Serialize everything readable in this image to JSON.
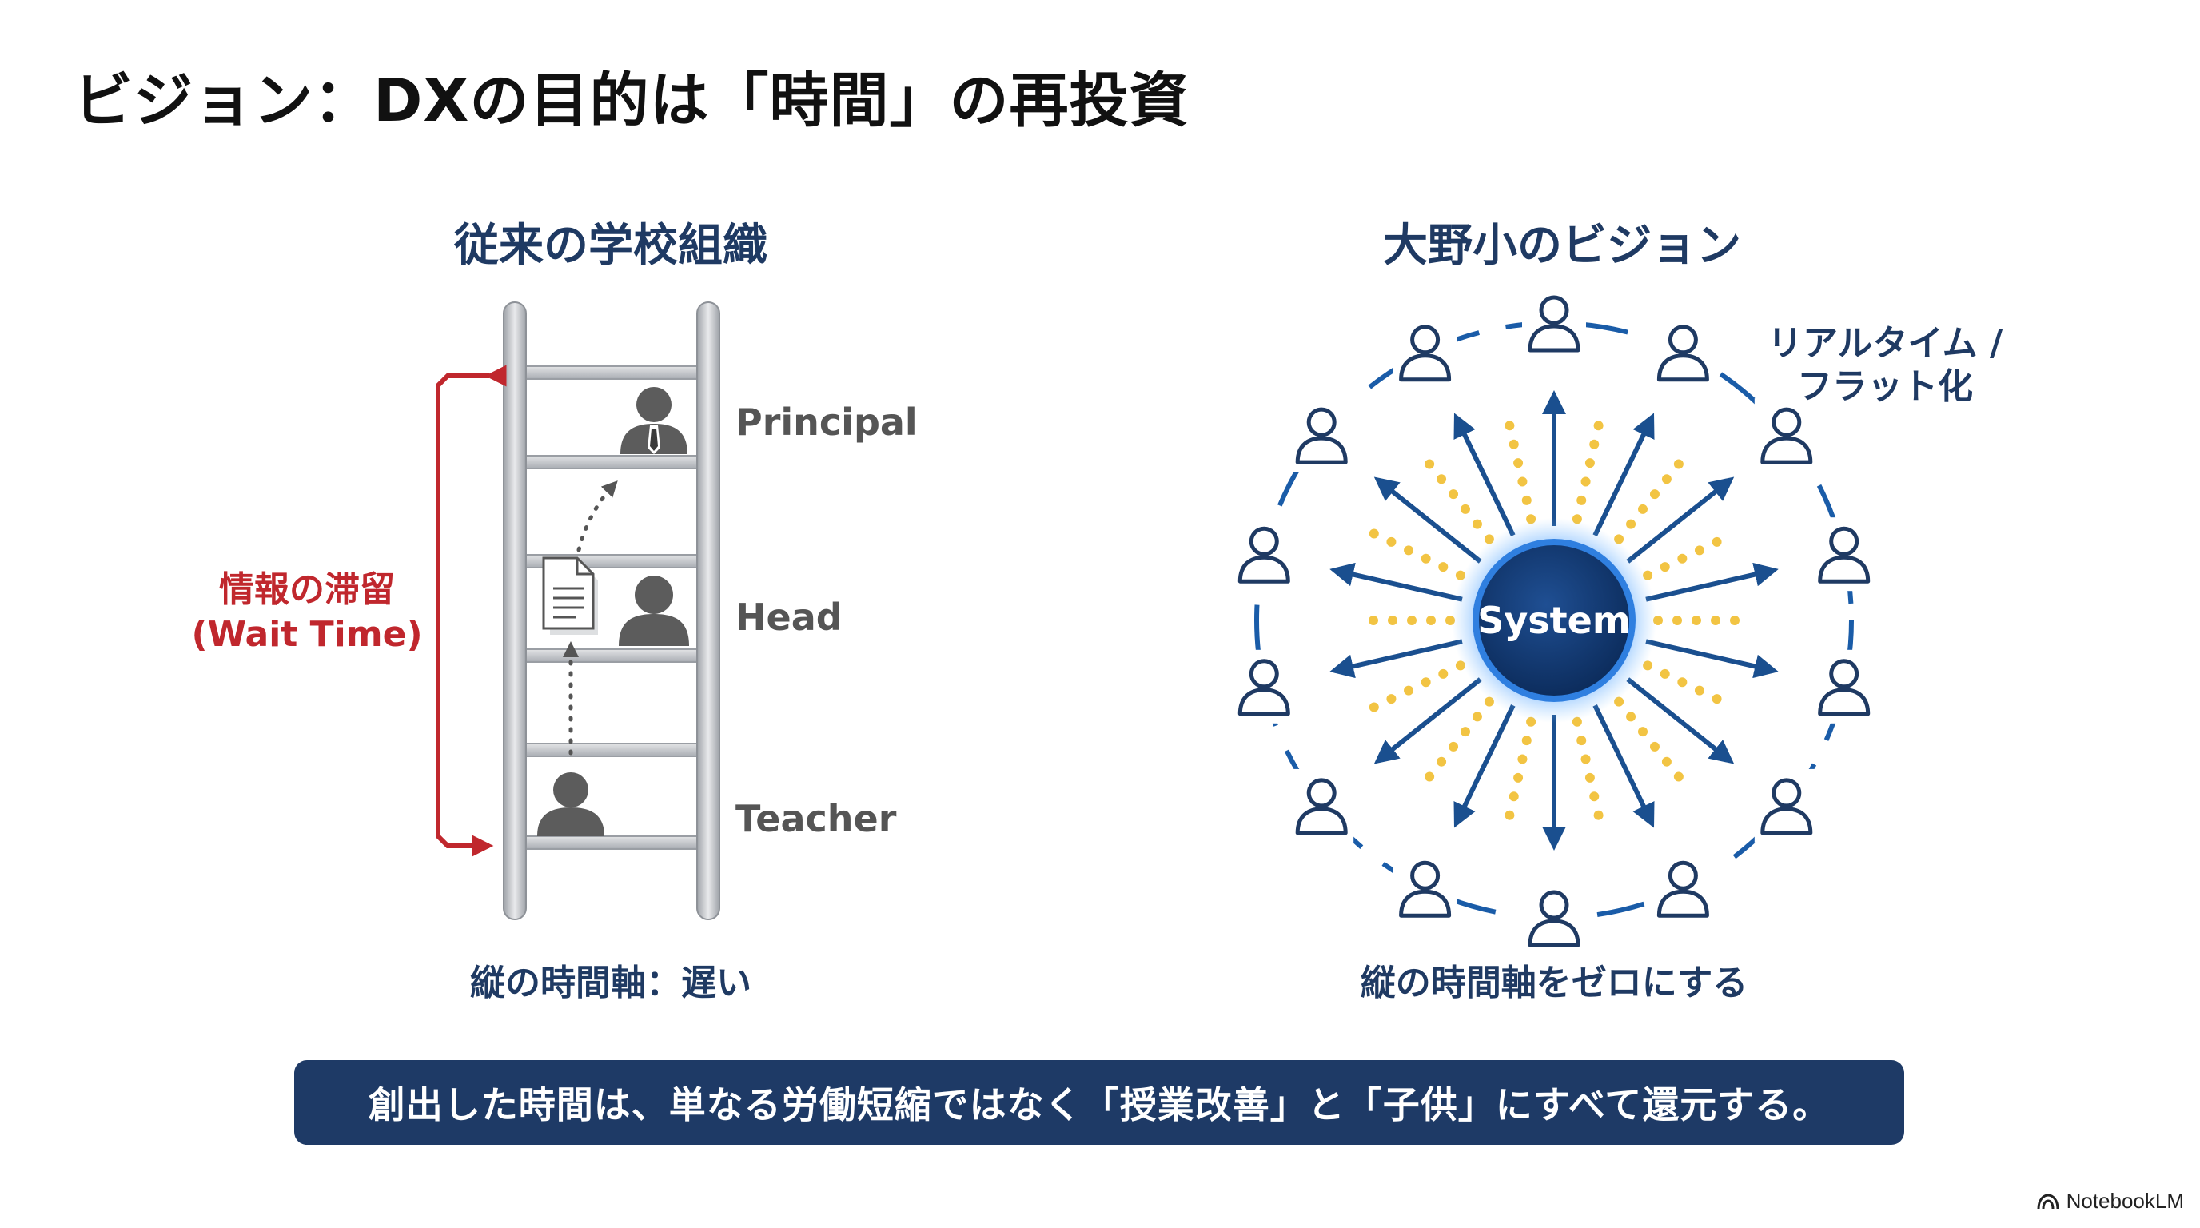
{
  "page": {
    "title": "ビジョン：DXの目的は「時間」の再投資",
    "brand": "NotebookLM",
    "brand_icon": "notebooklm-logo-icon"
  },
  "left_panel": {
    "title": "従来の学校組織",
    "roles": [
      {
        "label": "Principal",
        "icon": "principal-person-icon"
      },
      {
        "label": "Head",
        "icon": "head-person-icon"
      },
      {
        "label": "Teacher",
        "icon": "teacher-person-icon"
      }
    ],
    "wait_label_line1": "情報の滞留",
    "wait_label_line2": "(Wait Time)",
    "caption": "縦の時間軸：遅い",
    "document_icon": "document-icon"
  },
  "right_panel": {
    "title": "大野小のビジョン",
    "center_label": "System",
    "side_label_line1": "リアルタイム /",
    "side_label_line2": "フラット化",
    "caption": "縦の時間軸をゼロにする",
    "member_icon": "person-outline-icon",
    "member_count": 14
  },
  "banner": {
    "text": "創出した時間は、単なる労働短縮ではなく「授業改善」と「子供」にすべて還元する。"
  },
  "colors": {
    "navy": "#1e3a66",
    "title_navy": "#1f3a63",
    "red": "#c0272d",
    "arrow_blue": "#1a4f8f",
    "dot_yellow": "#f2c443",
    "ladder_gray": "#b9bcc2",
    "person_gray": "#5c5c5c",
    "label_gray": "#555555"
  }
}
